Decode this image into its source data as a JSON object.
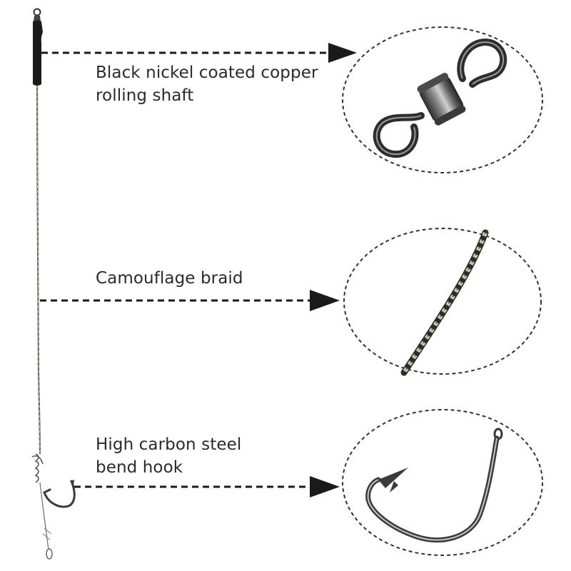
{
  "callouts": [
    {
      "id": "swivel",
      "lines": [
        "Black nickel coated copper",
        "rolling shaft"
      ],
      "detail_icon": "swivel-icon"
    },
    {
      "id": "braid",
      "lines": [
        "Camouflage braid"
      ],
      "detail_icon": "braid-icon"
    },
    {
      "id": "hook",
      "lines": [
        "High carbon steel",
        "bend hook"
      ],
      "detail_icon": "hook-icon"
    }
  ],
  "colors": {
    "background": "#ffffff",
    "text": "#2a2a2a",
    "dashed_line": "#1a1a1a",
    "circle_border": "#333333",
    "metal_dark": "#3a3a3a",
    "braid_light": "#c9c6b3"
  }
}
